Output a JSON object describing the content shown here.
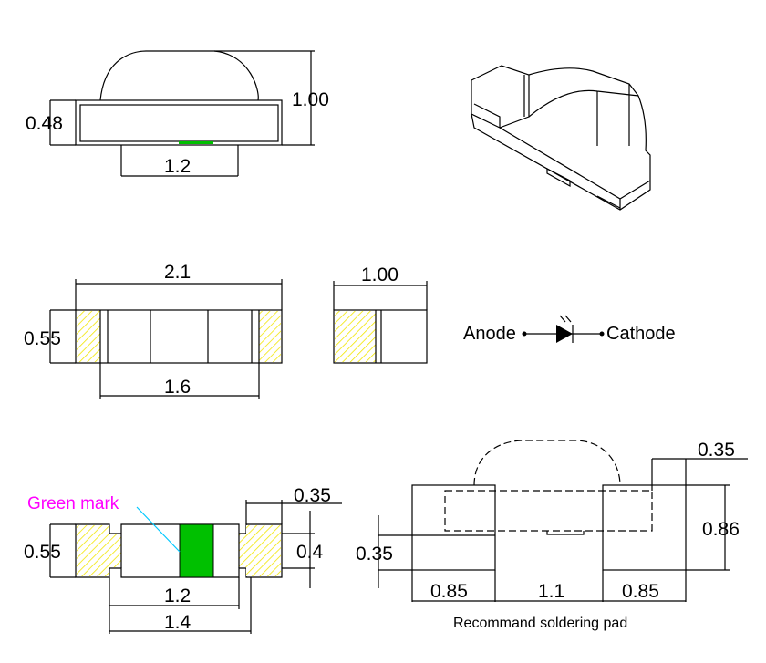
{
  "top_view": {
    "height_total": "1.00",
    "body_height": "0.48",
    "bottom_width": "1.2"
  },
  "front_view": {
    "length": "2.1",
    "height": "0.55",
    "inner_length": "1.6"
  },
  "side_view": {
    "width": "1.00"
  },
  "symbol": {
    "anode": "Anode",
    "cathode": "Cathode"
  },
  "bottom_view": {
    "green_mark": "Green mark",
    "notch": "0.35",
    "pad_height": "0.4",
    "height": "0.55",
    "inner": "1.2",
    "outer": "1.4"
  },
  "soldering_pad": {
    "caption": "Recommand soldering pad",
    "pad_width_left": "0.85",
    "gap": "1.1",
    "pad_width_right": "0.85",
    "pad_height": "0.86",
    "offset_top": "0.35",
    "offset_left": "0.35"
  },
  "colors": {
    "hatch": "#f2e600",
    "green": "#00c000",
    "magenta": "#ff00ff",
    "cyan": "#00c8ff"
  }
}
